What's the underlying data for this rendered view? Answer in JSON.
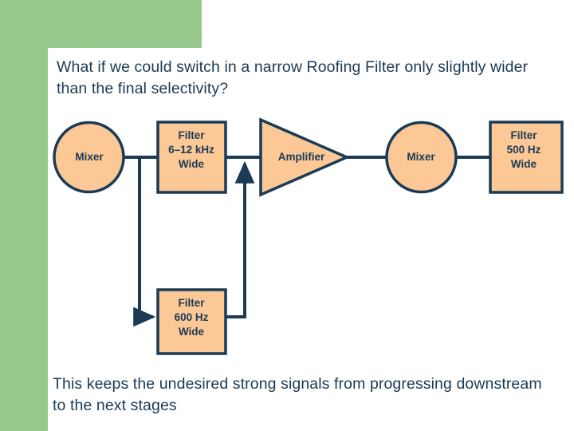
{
  "slide": {
    "title": "What if we could switch in a narrow Roofing Filter only slightly wider than the final selectivity?",
    "footer": "This keeps the undesired strong signals from progressing downstream to the next stages",
    "colors": {
      "background": "#ffffff",
      "accent_green": "#97c98c",
      "node_fill": "#fbc896",
      "stroke": "#1b3a55",
      "text": "#1b3a55"
    }
  },
  "diagram": {
    "type": "signal-chain-block-diagram",
    "nodes": [
      {
        "id": "mixer-1",
        "shape": "circle",
        "label": "Mixer"
      },
      {
        "id": "filter-1",
        "shape": "rect",
        "label": "Filter\n6–12 kHz\nWide"
      },
      {
        "id": "amplifier",
        "shape": "triangle",
        "label": "Amplifier"
      },
      {
        "id": "mixer-2",
        "shape": "circle",
        "label": "Mixer"
      },
      {
        "id": "filter-3",
        "shape": "rect",
        "label": "Filter\n500 Hz\nWide"
      },
      {
        "id": "filter-2",
        "shape": "rect",
        "label": "Filter\n600 Hz\nWide"
      }
    ],
    "edges": [
      {
        "from": "mixer-1",
        "to": "filter-1",
        "arrow": false
      },
      {
        "from": "mixer-1",
        "to": "filter-2",
        "arrow": true
      },
      {
        "from": "filter-1",
        "to": "amplifier",
        "arrow": false
      },
      {
        "from": "filter-2",
        "to": "amplifier",
        "arrow": true
      },
      {
        "from": "amplifier",
        "to": "mixer-2",
        "arrow": false
      },
      {
        "from": "mixer-2",
        "to": "filter-3",
        "arrow": false
      }
    ]
  }
}
